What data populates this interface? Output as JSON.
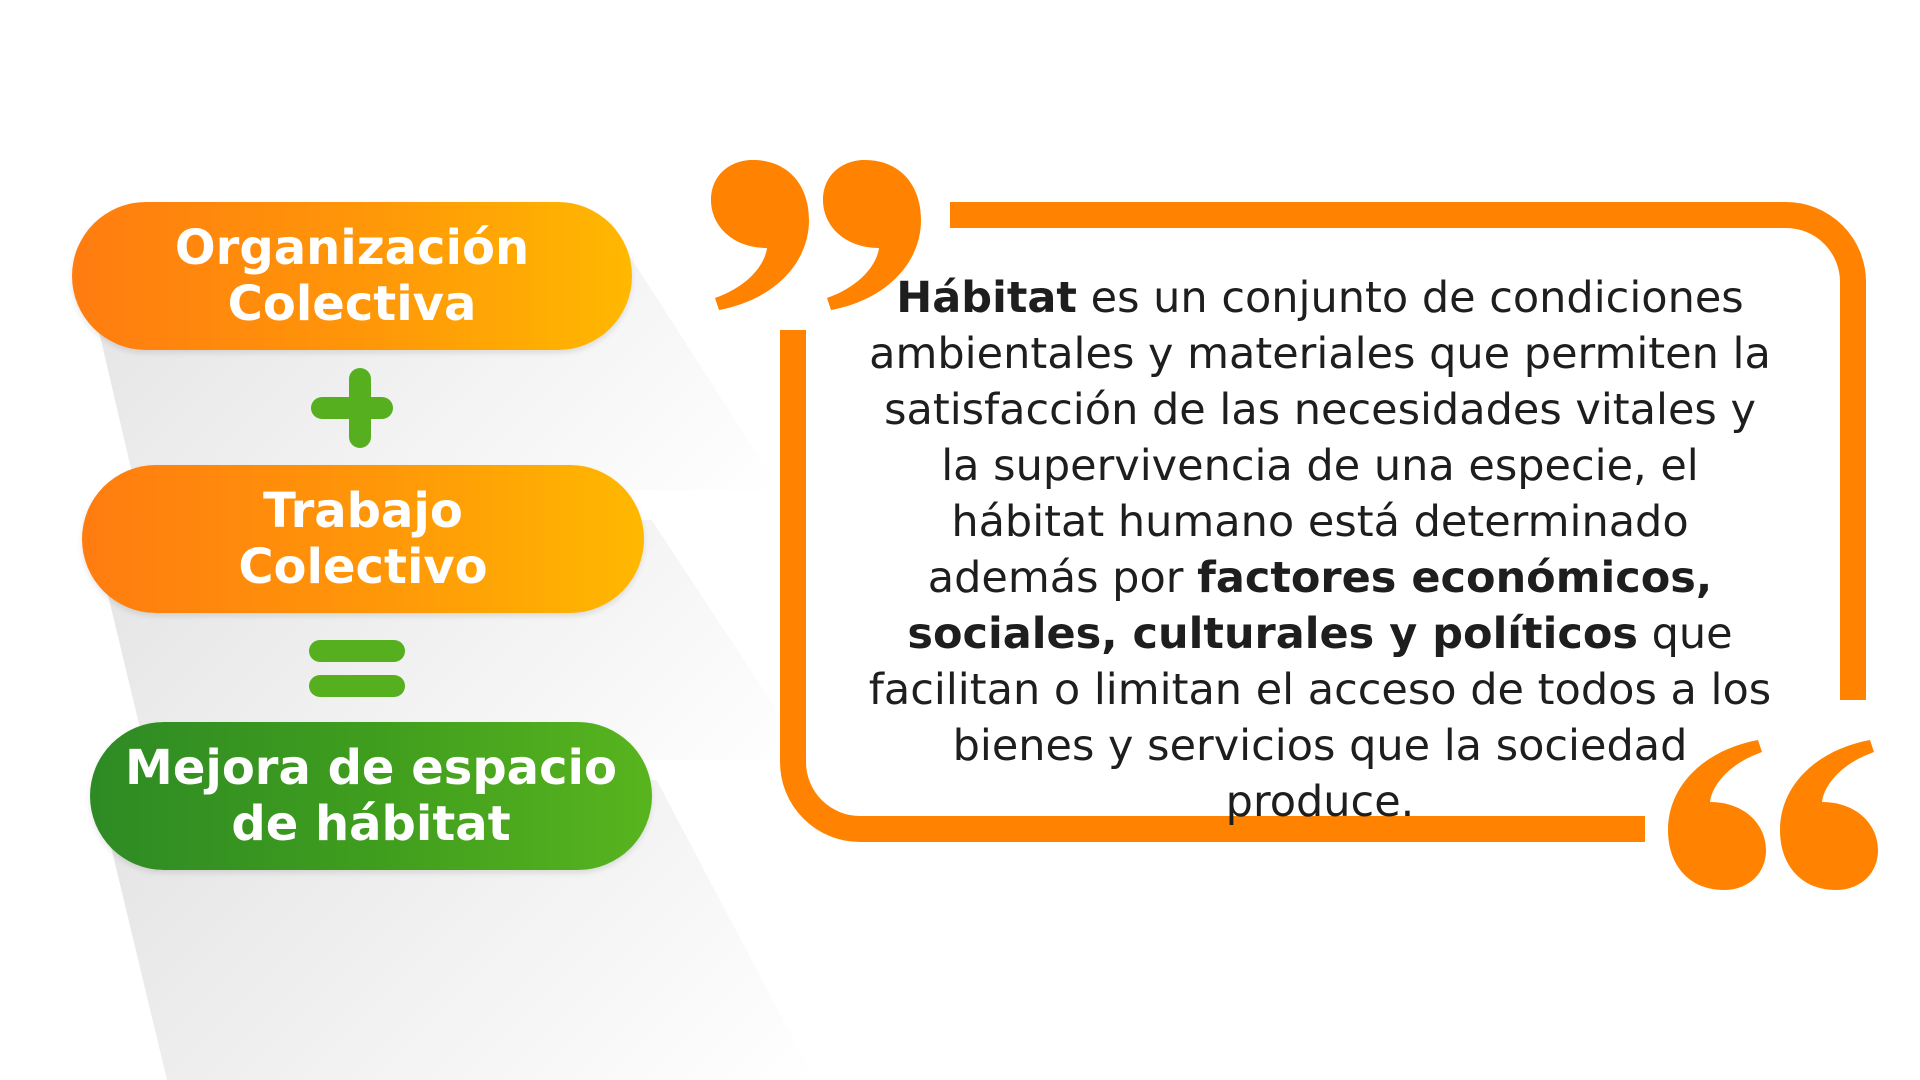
{
  "equation": {
    "term1": "Organización\nColectiva",
    "operator1": "plus",
    "term2": "Trabajo\nColectivo",
    "operator2": "equals",
    "result": "Mejora de espacio\nde hábitat"
  },
  "quote": {
    "open_mark_icon": "closing-quote-mark-icon",
    "close_mark_icon": "opening-quote-mark-icon",
    "segments": [
      {
        "text": "Hábitat",
        "bold": true
      },
      {
        "text": " es un conjunto de condiciones ambientales y materiales que permiten la satisfacción de las necesidades vitales y la supervivencia de una especie, el hábitat humano está determinado además por ",
        "bold": false
      },
      {
        "text": "factores económicos, sociales, culturales y políticos",
        "bold": true
      },
      {
        "text": " que facilitan o limitan el acceso de todos a los bienes y servicios que la  sociedad produce.",
        "bold": false
      }
    ]
  },
  "colors": {
    "orange": "#FF8200",
    "orange_light": "#FFB800",
    "green": "#56AF1E",
    "green_dark": "#2E8A24",
    "text": "#1e1e1e"
  }
}
